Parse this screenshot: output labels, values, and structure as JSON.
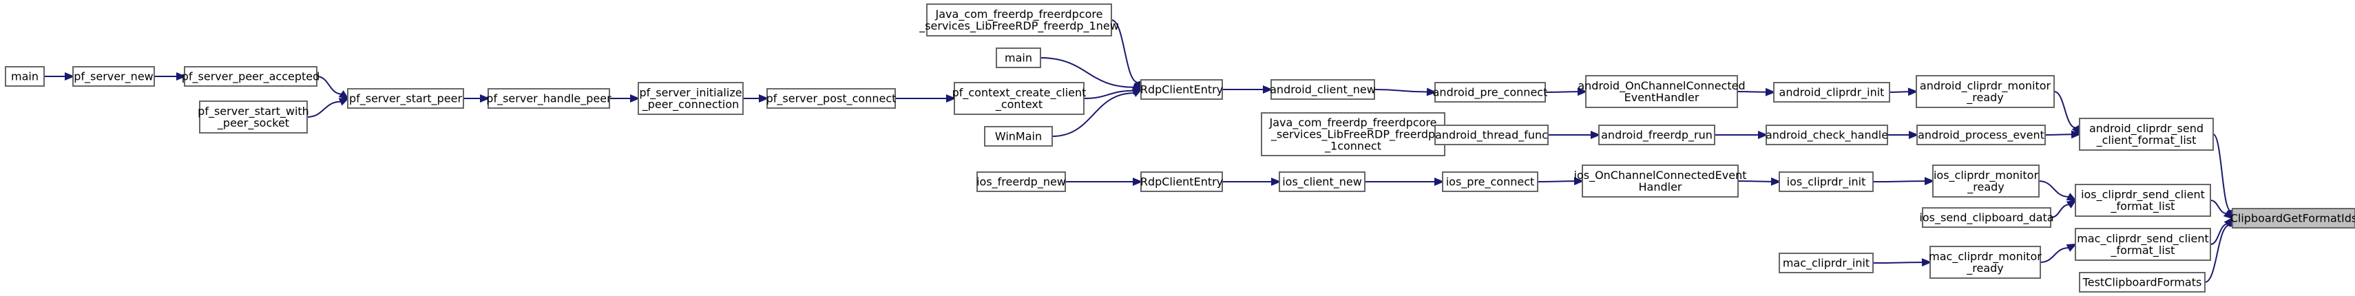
{
  "colors": {
    "edge": "#191970",
    "node_border": "#666666",
    "root_fill": "#bfbfbf",
    "node_fill": "#ffffff"
  },
  "nodes": {
    "main1": [
      "main"
    ],
    "pf_server_new": [
      "pf_server_new"
    ],
    "pf_server_peer_accepted": [
      "pf_server_peer_accepted"
    ],
    "pf_server_start_with_peer_socket": [
      "pf_server_start_with",
      "_peer_socket"
    ],
    "pf_server_start_peer": [
      "pf_server_start_peer"
    ],
    "pf_server_handle_peer": [
      "pf_server_handle_peer"
    ],
    "pf_server_initialize_peer_connection": [
      "pf_server_initialize",
      "_peer_connection"
    ],
    "pf_server_post_connect": [
      "pf_server_post_connect"
    ],
    "java_freerdp_1new": [
      "Java_com_freerdp_freerdpcore",
      "_services_LibFreeRDP_freerdp_1new"
    ],
    "main2": [
      "main"
    ],
    "pf_context_create_client_context": [
      "pf_context_create_client",
      "_context"
    ],
    "winmain": [
      "WinMain"
    ],
    "rdpcliententry1": [
      "RdpClientEntry"
    ],
    "android_client_new": [
      "android_client_new"
    ],
    "android_pre_connect": [
      "android_pre_connect"
    ],
    "android_onchannelconnected": [
      "android_OnChannelConnected",
      "EventHandler"
    ],
    "android_cliprdr_init": [
      "android_cliprdr_init"
    ],
    "android_cliprdr_monitor_ready": [
      "android_cliprdr_monitor",
      "_ready"
    ],
    "java_freerdp_1connect": [
      "Java_com_freerdp_freerdpcore",
      "_services_LibFreeRDP_freerdp",
      "_1connect"
    ],
    "android_thread_func": [
      "android_thread_func"
    ],
    "android_freerdp_run": [
      "android_freerdp_run"
    ],
    "android_check_handle": [
      "android_check_handle"
    ],
    "android_process_event": [
      "android_process_event"
    ],
    "android_cliprdr_send_client_format_list": [
      "android_cliprdr_send",
      "_client_format_list"
    ],
    "ios_freerdp_new": [
      "ios_freerdp_new"
    ],
    "rdpcliententry2": [
      "RdpClientEntry"
    ],
    "ios_client_new": [
      "ios_client_new"
    ],
    "ios_pre_connect": [
      "ios_pre_connect"
    ],
    "ios_onchannelconnected": [
      "ios_OnChannelConnectedEvent",
      "Handler"
    ],
    "ios_cliprdr_init": [
      "ios_cliprdr_init"
    ],
    "ios_cliprdr_monitor_ready": [
      "ios_cliprdr_monitor",
      "_ready"
    ],
    "ios_send_clipboard_data": [
      "ios_send_clipboard_data"
    ],
    "ios_cliprdr_send_client_format_list": [
      "ios_cliprdr_send_client",
      "_format_list"
    ],
    "mac_cliprdr_init": [
      "mac_cliprdr_init"
    ],
    "mac_cliprdr_monitor_ready": [
      "mac_cliprdr_monitor",
      "_ready"
    ],
    "mac_cliprdr_send_client_format_list": [
      "mac_cliprdr_send_client",
      "_format_list"
    ],
    "test_clipboard_formats": [
      "TestClipboardFormats"
    ],
    "clipboard_get_format_ids": [
      "ClipboardGetFormatIds"
    ]
  },
  "edges": [
    [
      "main1",
      "pf_server_new"
    ],
    [
      "pf_server_new",
      "pf_server_peer_accepted"
    ],
    [
      "pf_server_peer_accepted",
      "pf_server_start_peer"
    ],
    [
      "pf_server_start_with_peer_socket",
      "pf_server_start_peer"
    ],
    [
      "pf_server_start_peer",
      "pf_server_handle_peer"
    ],
    [
      "pf_server_handle_peer",
      "pf_server_initialize_peer_connection"
    ],
    [
      "pf_server_initialize_peer_connection",
      "pf_server_post_connect"
    ],
    [
      "pf_server_post_connect",
      "pf_context_create_client_context"
    ],
    [
      "java_freerdp_1new",
      "rdpcliententry1"
    ],
    [
      "main2",
      "rdpcliententry1"
    ],
    [
      "pf_context_create_client_context",
      "rdpcliententry1"
    ],
    [
      "winmain",
      "rdpcliententry1"
    ],
    [
      "rdpcliententry1",
      "android_client_new"
    ],
    [
      "android_client_new",
      "android_pre_connect"
    ],
    [
      "android_pre_connect",
      "android_onchannelconnected"
    ],
    [
      "android_onchannelconnected",
      "android_cliprdr_init"
    ],
    [
      "android_cliprdr_init",
      "android_cliprdr_monitor_ready"
    ],
    [
      "android_cliprdr_monitor_ready",
      "android_cliprdr_send_client_format_list"
    ],
    [
      "java_freerdp_1connect",
      "android_thread_func"
    ],
    [
      "android_thread_func",
      "android_freerdp_run"
    ],
    [
      "android_freerdp_run",
      "android_check_handle"
    ],
    [
      "android_check_handle",
      "android_process_event"
    ],
    [
      "android_process_event",
      "android_cliprdr_send_client_format_list"
    ],
    [
      "android_cliprdr_send_client_format_list",
      "clipboard_get_format_ids"
    ],
    [
      "ios_freerdp_new",
      "rdpcliententry2"
    ],
    [
      "rdpcliententry2",
      "ios_client_new"
    ],
    [
      "ios_client_new",
      "ios_pre_connect"
    ],
    [
      "ios_pre_connect",
      "ios_onchannelconnected"
    ],
    [
      "ios_onchannelconnected",
      "ios_cliprdr_init"
    ],
    [
      "ios_cliprdr_init",
      "ios_cliprdr_monitor_ready"
    ],
    [
      "ios_cliprdr_monitor_ready",
      "ios_cliprdr_send_client_format_list"
    ],
    [
      "ios_send_clipboard_data",
      "ios_cliprdr_send_client_format_list"
    ],
    [
      "ios_cliprdr_send_client_format_list",
      "clipboard_get_format_ids"
    ],
    [
      "mac_cliprdr_init",
      "mac_cliprdr_monitor_ready"
    ],
    [
      "mac_cliprdr_monitor_ready",
      "mac_cliprdr_send_client_format_list"
    ],
    [
      "mac_cliprdr_send_client_format_list",
      "clipboard_get_format_ids"
    ],
    [
      "test_clipboard_formats",
      "clipboard_get_format_ids"
    ]
  ]
}
